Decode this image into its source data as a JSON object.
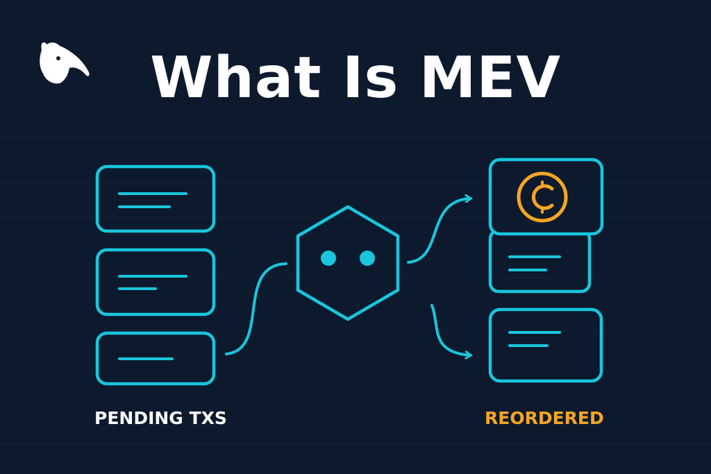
{
  "title": "What Is MEV",
  "labels": {
    "pending": "PENDING TXS",
    "reordered": "REORDERED"
  },
  "icons": {
    "logo": "anteater-logo-icon",
    "coin": "coin-icon",
    "searcher": "searcher-bot-icon"
  },
  "colors": {
    "background": "#0d1a2e",
    "accent": "#19c6dc",
    "highlight": "#f5a623",
    "text": "#ffffff"
  }
}
